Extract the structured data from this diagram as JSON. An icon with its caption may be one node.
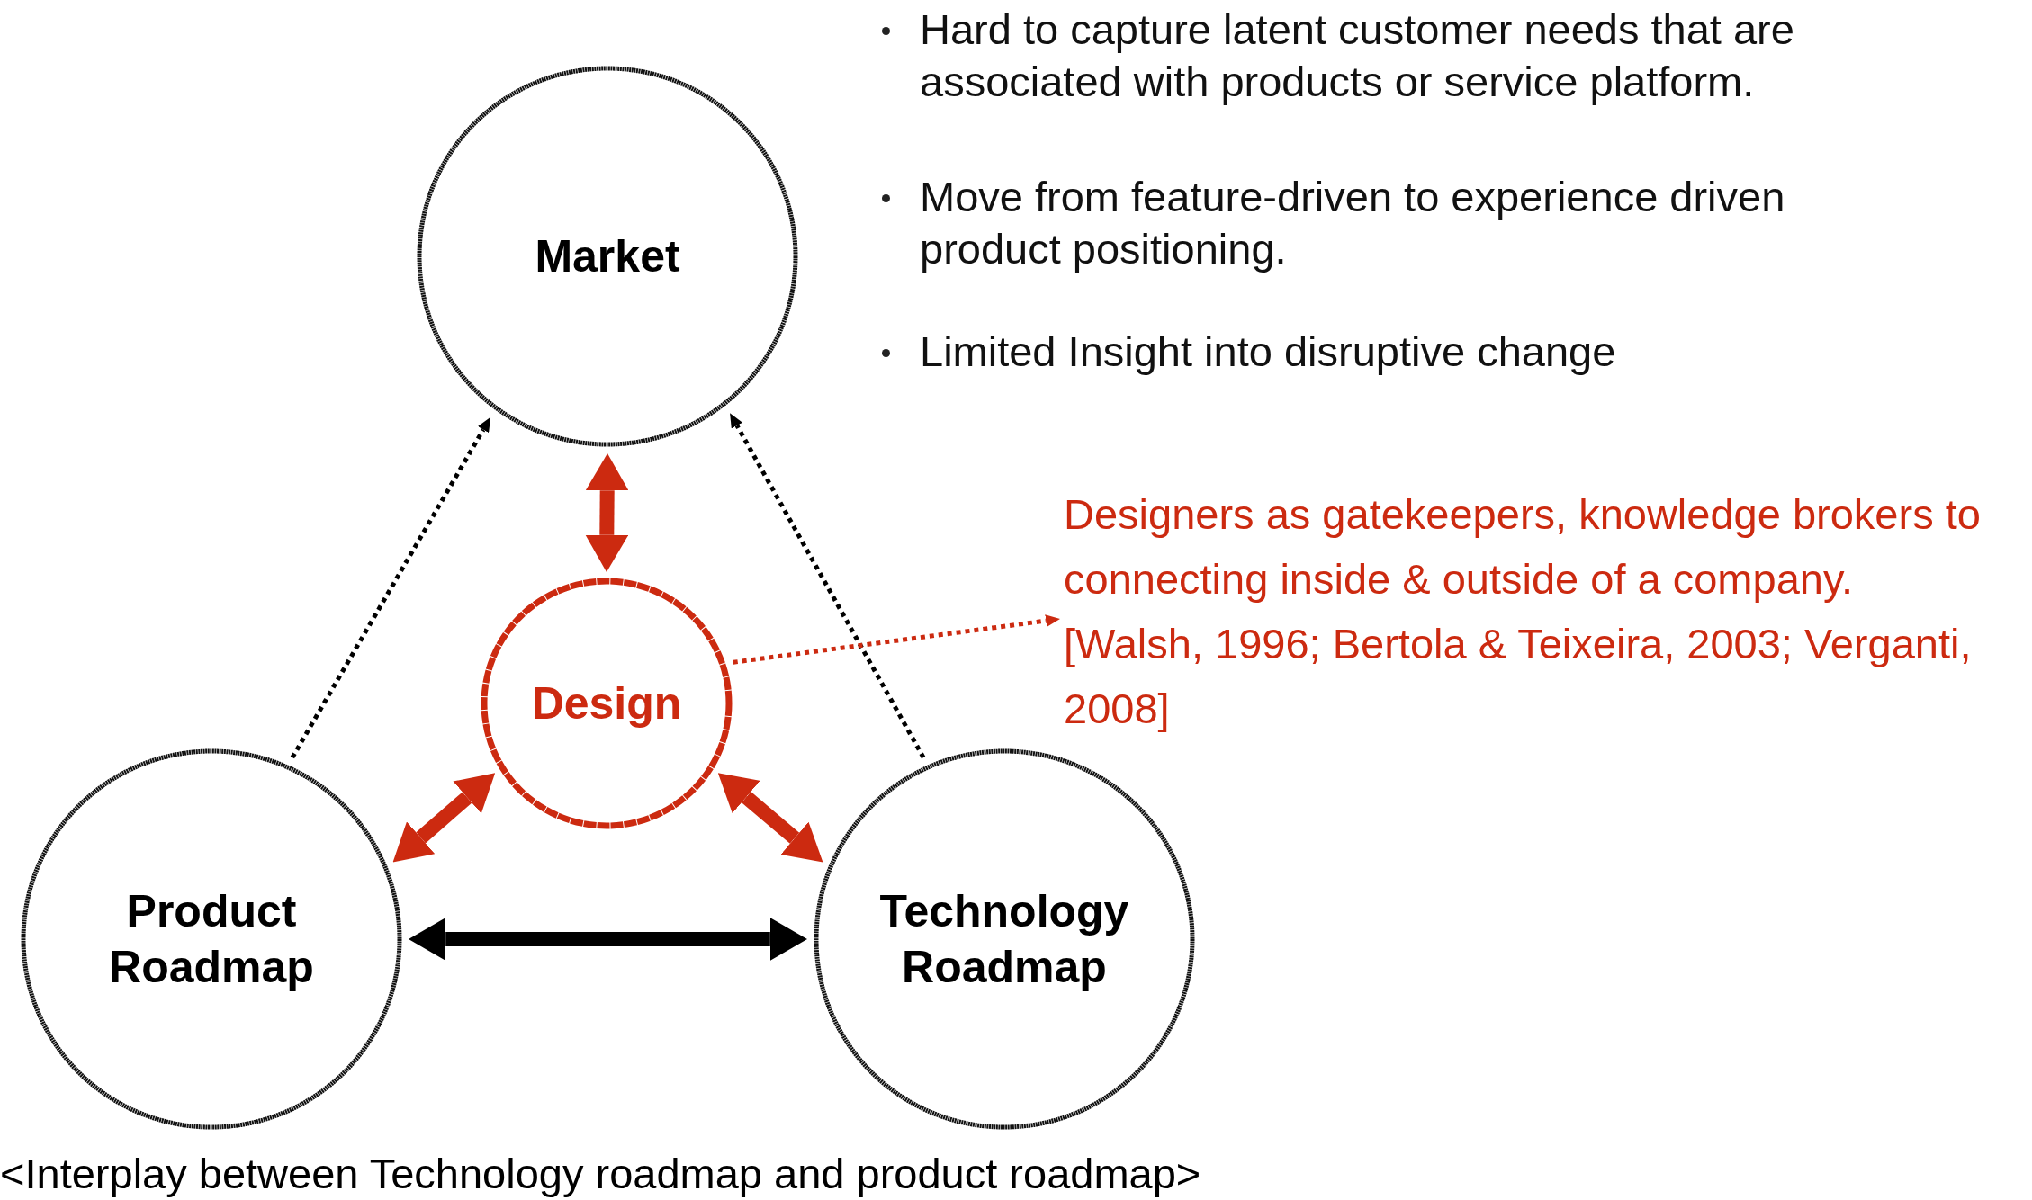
{
  "diagram": {
    "caption": "<Interplay between Technology roadmap and product roadmap>",
    "nodes": [
      {
        "text": [
          "Market"
        ]
      },
      {
        "text": [
          "Design"
        ]
      },
      {
        "text": [
          "Product Roadmap"
        ]
      },
      {
        "text": [
          "Technology Roadmap"
        ]
      },
      {
        "text": [
          "Designers as gatekeepers, knowledge brokers to connecting inside & outside of a company.",
          "[Walsh, 1996; Bertola & Teixeira, 2003; Verganti, 2008]"
        ]
      }
    ],
    "edges": [
      {
        "from": 2,
        "to": 0,
        "arrow": "to",
        "style": "dashed",
        "color": "#000000"
      },
      {
        "from": 3,
        "to": 0,
        "arrow": "to",
        "style": "dashed",
        "color": "#000000"
      },
      {
        "from": 0,
        "to": 1,
        "arrow": "both"
      },
      {
        "from": 1,
        "to": 2,
        "arrow": "both"
      },
      {
        "from": 1,
        "to": 3,
        "arrow": "both"
      },
      {
        "from": 2,
        "to": 3,
        "arrow": "both",
        "color": "#000000"
      },
      {
        "from": 1,
        "to": 4,
        "arrow": "to",
        "style": "dashed"
      }
    ],
    "labels": [
      "Hard to capture latent customer needs that are associated with products or service platform.",
      "Move from feature-driven to experience driven product positioning.",
      "Limited Insight into disruptive change"
    ]
  }
}
